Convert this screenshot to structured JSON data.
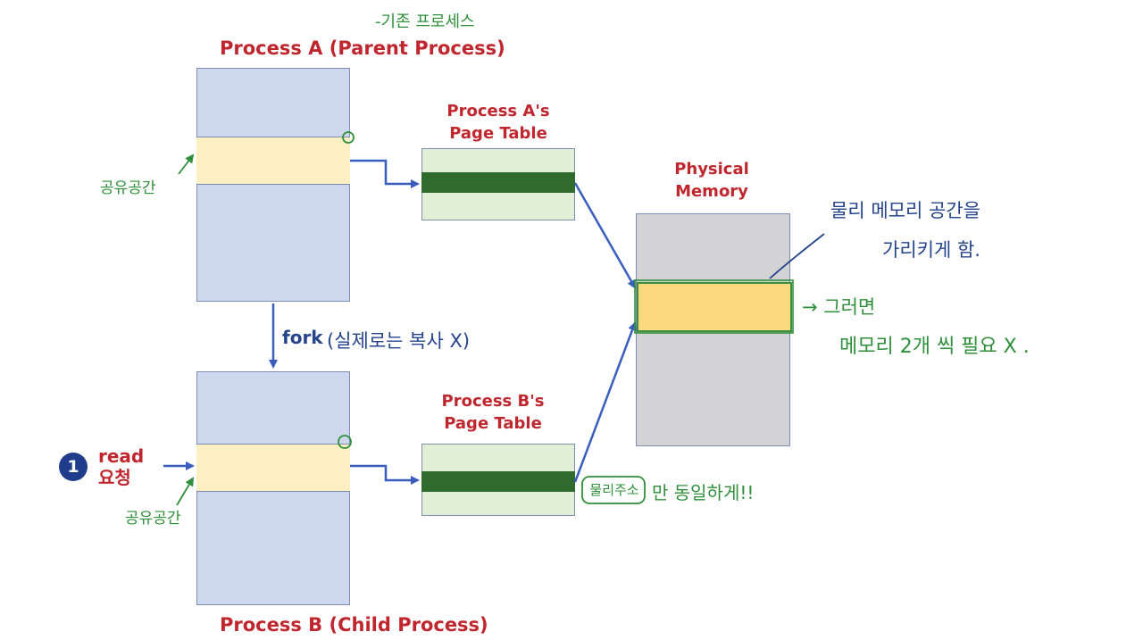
{
  "diagram": {
    "process_a_title": "Process A (Parent Process)",
    "process_b_title": "Process B (Child Process)",
    "page_table_a_title": [
      "Process A's",
      "Page Table"
    ],
    "page_table_b_title": [
      "Process B's",
      "Page Table"
    ],
    "physical_memory_title": [
      "Physical",
      "Memory"
    ],
    "fork_label": "fork",
    "read_label": [
      "read",
      "요청"
    ],
    "badge_number": "1"
  },
  "annotations": {
    "existing_process": "-기존 프로세스",
    "shared_space_a": "공유공간",
    "shared_space_b": "공유공간",
    "fork_note": "(실제로는 복사 X)",
    "physical_note": [
      "물리 메모리 공간을",
      "가리키게 함."
    ],
    "then_note": [
      "→ 그러면",
      "메모리 2개 씩 필요 X ."
    ],
    "pt_note_box": "물리주소",
    "pt_note_rest": "만 동일하게!!"
  },
  "colors": {
    "title_red": "#c0262d",
    "process_fill": "#cdd8ee",
    "shared_segment_fill": "#fcefc2",
    "page_table_fill": "#e0efd6",
    "page_table_entry": "#2e6b2c",
    "physical_fill": "#d3d3d5",
    "physical_segment_fill": "#fcd97e",
    "arrow_blue": "#3a5ebd",
    "annotation_green": "#2f8f3a",
    "annotation_blue": "#25448c"
  }
}
